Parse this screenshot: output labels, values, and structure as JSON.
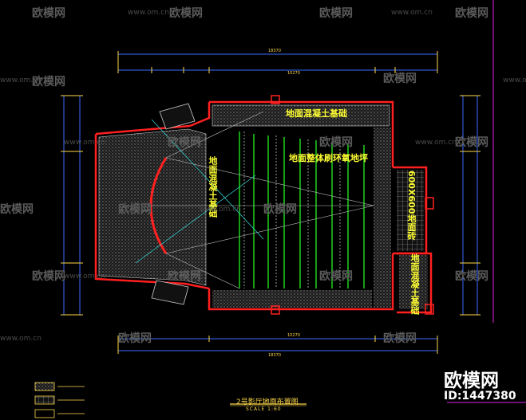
{
  "drawing": {
    "title": "2号影厅地面布置图",
    "scale": "SCALE 1:60",
    "zones": {
      "top_band": "地面混凝土基础",
      "seating": "地面整体刷环氧地坪",
      "stage": "地面混凝土基础",
      "right_upper": "600X600地面砖",
      "right_lower": "地面混凝土基础"
    },
    "dims": {
      "top_total": "18370",
      "top_mid": "10270",
      "bottom_total": "18370",
      "bottom_mid": "10270"
    }
  },
  "brand": {
    "name": "欧模网",
    "id": "ID:1447380",
    "watermark": "欧模网",
    "watermark_url": "www.om.cn"
  }
}
